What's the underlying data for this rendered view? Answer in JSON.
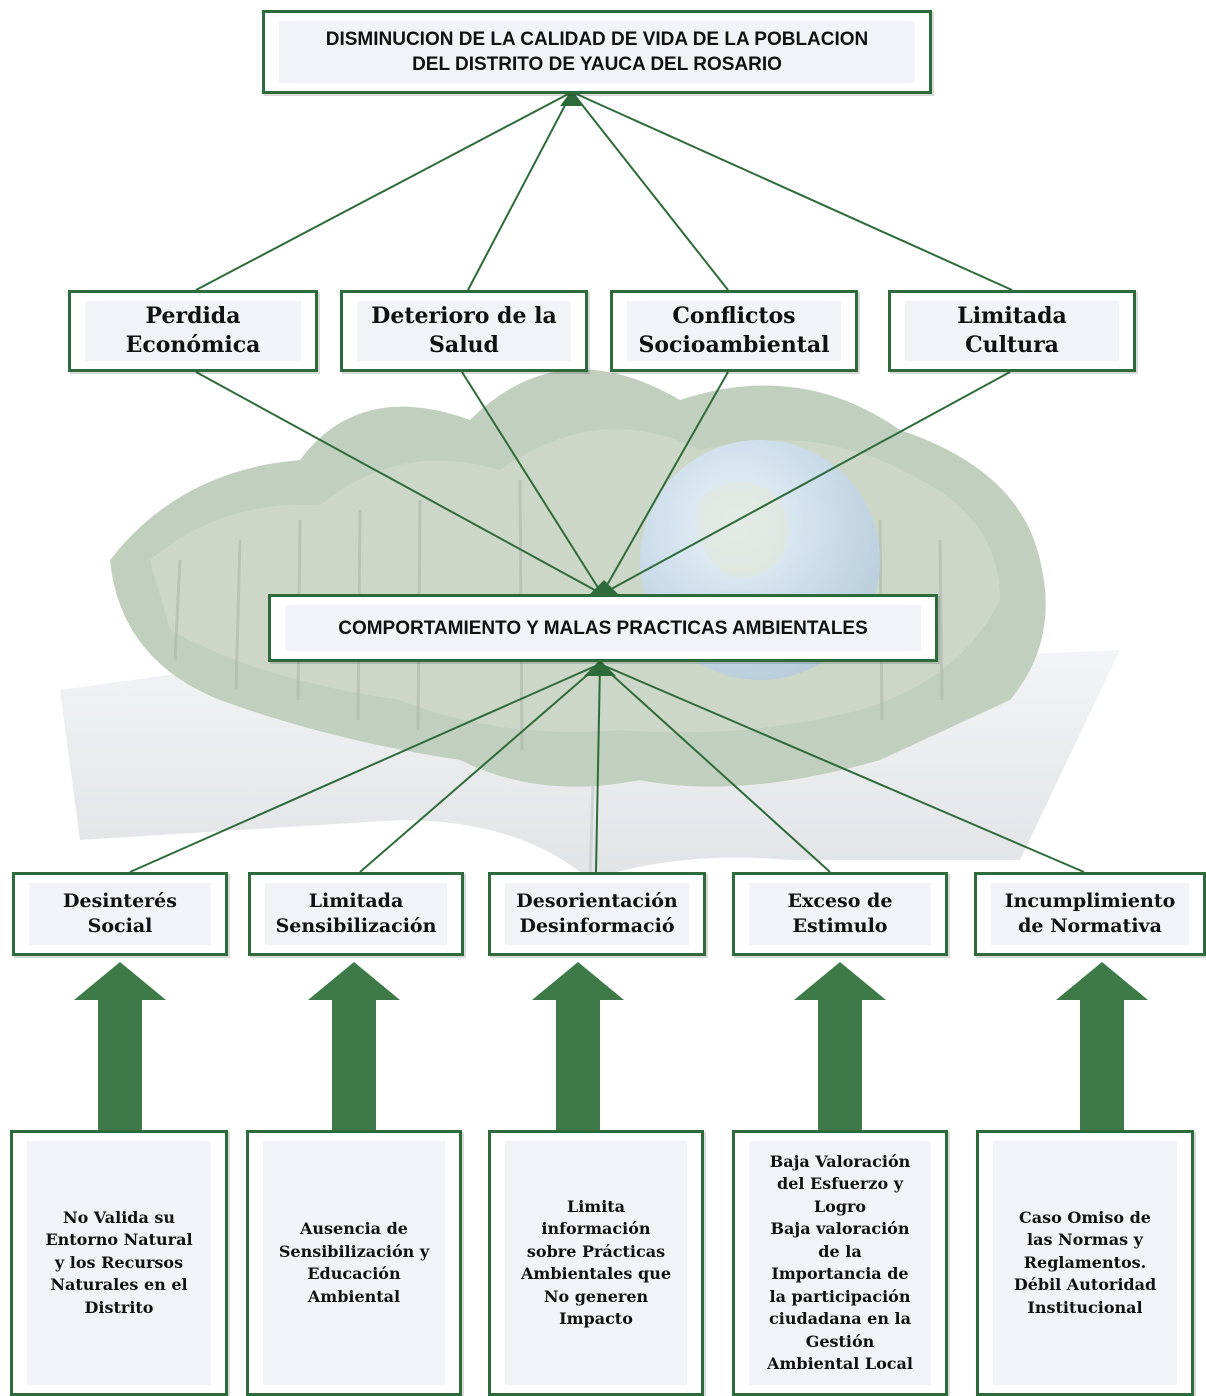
{
  "top_effect": {
    "label": "DISMINUCION DE LA CALIDAD DE VIDA DE LA POBLACION\nDEL DISTRITO DE YAUCA DEL ROSARIO"
  },
  "effects": [
    {
      "label": "Perdida\nEconómica"
    },
    {
      "label": "Deterioro de la\nSalud"
    },
    {
      "label": "Conflictos\nSocioambiental"
    },
    {
      "label": "Limitada\nCultura"
    }
  ],
  "central_problem": {
    "label": "COMPORTAMIENTO Y MALAS PRACTICAS AMBIENTALES"
  },
  "causes": [
    {
      "label": "Desinterés\nSocial"
    },
    {
      "label": "Limitada\nSensibilización"
    },
    {
      "label": "Desorientación\nDesinformació"
    },
    {
      "label": "Exceso de\nEstimulo"
    },
    {
      "label": "Incumplimiento\nde Normativa"
    }
  ],
  "root_causes": [
    {
      "label": "No Valida su\nEntorno Natural\ny los Recursos\nNaturales en el\nDistrito"
    },
    {
      "label": "Ausencia de\nSensibilización y\nEducación\nAmbiental"
    },
    {
      "label": "Limita\ninformación\nsobre Prácticas\nAmbientales que\nNo generen\nImpacto"
    },
    {
      "label": "Baja Valoración\ndel Esfuerzo y\nLogro\nBaja valoración\nde la\nImportancia de\nla participación\nciudadana en la\nGestión\nAmbiental Local"
    },
    {
      "label": "Caso Omiso de\nlas Normas y\nReglamentos.\nDébil Autoridad\nInstitucional"
    }
  ],
  "colors": {
    "border": "#2e6b3a",
    "arrow": "#3d7a48",
    "connector": "#2e6b3a"
  }
}
